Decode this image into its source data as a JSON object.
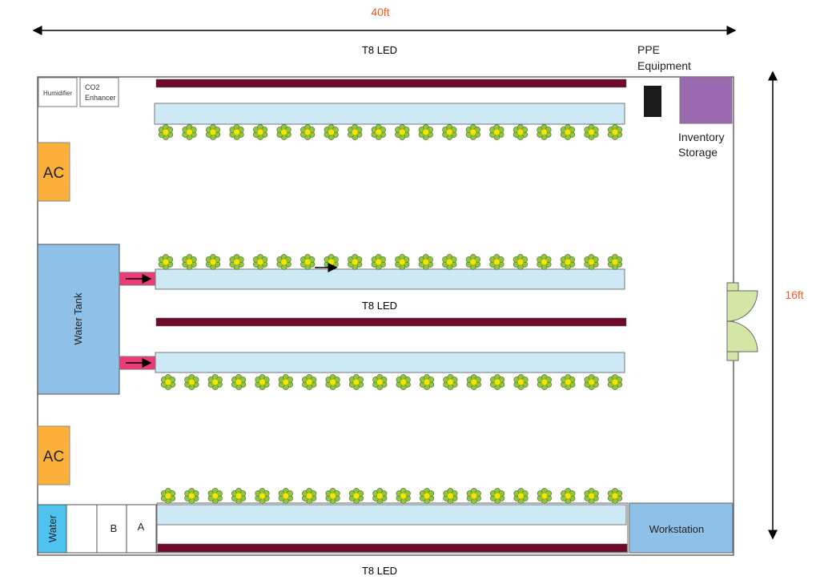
{
  "dimensions": {
    "width_label": "40ft",
    "height_label": "16ft",
    "dimension_color": "#f15a29"
  },
  "lights": {
    "top_label": "T8 LED",
    "middle_label": "T8 LED",
    "bottom_label": "T8 LED",
    "color": "#6d0a2e"
  },
  "equipment": {
    "humidifier": "Humidifier",
    "co2_line1": "CO2",
    "co2_line2": "Enhancer",
    "ac_top": "AC",
    "ac_bottom": "AC",
    "water_tank": "Water Tank",
    "water": "Water",
    "nutrient_b": "B",
    "nutrient_a": "A",
    "ppe_line1": "PPE",
    "ppe_line2": "Equipment",
    "inventory_line1": "Inventory",
    "inventory_line2": "Storage",
    "workstation": "Workstation"
  },
  "colors": {
    "ac": "#fbb03b",
    "tank": "#8fc1e8",
    "water": "#4fc3f0",
    "tray": "#cce9f5",
    "pipe": "#ee3a78",
    "inventory": "#9b69b0",
    "door": "#d4e6a5",
    "plant_leaf": "#8dc63f",
    "plant_center": "#f2e500"
  },
  "plant_rows": [
    {
      "count": 20
    },
    {
      "count": 20
    },
    {
      "count": 20
    },
    {
      "count": 20
    }
  ]
}
